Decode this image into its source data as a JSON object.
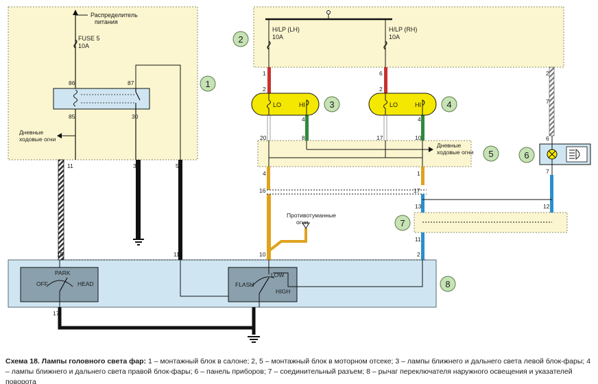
{
  "labels": {
    "power_source": [
      "Распределитель",
      "питания"
    ],
    "fuse5": [
      "FUSE 5",
      "10A"
    ],
    "hlp_lh": [
      "H/LP (LH)",
      "10A"
    ],
    "hlp_rh": [
      "H/LP (RH)",
      "10A"
    ],
    "drl_left": [
      "Дневные",
      "ходовые огни"
    ],
    "drl_right": [
      "Дневные",
      "ходовые огни"
    ],
    "fog": [
      "Противотуманные",
      "огни"
    ],
    "lo": "LO",
    "hi": "HI",
    "park": "PARK",
    "off": "OFF",
    "head": "HEAD",
    "flash": "FLASH",
    "low": "LOW",
    "high": "HIGH"
  },
  "callouts": [
    "1",
    "2",
    "3",
    "4",
    "5",
    "6",
    "7",
    "8"
  ],
  "pins": {
    "relay": [
      "86",
      "87",
      "85",
      "30"
    ],
    "block1_out": [
      "11",
      "3",
      "5"
    ],
    "block2_out": [
      "1",
      "6",
      "2"
    ],
    "lamp_left": [
      "2",
      "4",
      "20",
      "8"
    ],
    "lamp_right": [
      "2",
      "4",
      "17",
      "10"
    ],
    "block5": [
      "4",
      "1",
      "16",
      "17"
    ],
    "cluster": [
      "7",
      "6",
      "7"
    ],
    "connector7": [
      "13",
      "12",
      "11"
    ],
    "switch8": [
      "15",
      "11",
      "10",
      "2",
      "17"
    ]
  },
  "caption": {
    "title": "Схема 18. Лампы головного света фар:",
    "text": " 1 – монтажный блок в салоне; 2, 5 – монтажный блок в моторном отсеке; 3 – лампы ближнего и дальнего света левой блок-фары; 4 – лампы ближнего и дальнего света правой блок-фары; 6 – панель приборов; 7 – соединительный разъем; 8 – рычаг переключателя наружного освещения и указателей поворота"
  },
  "colors": {
    "block_fill": "#fbf6cf",
    "block_border": "#8a8a6a",
    "lamp_fill": "#f5e800",
    "module_fill": "#cfe6f2",
    "switch_fill": "#8aa0ad",
    "wire_red": "#c8312e",
    "wire_green": "#2f8a3c",
    "wire_orange": "#e0a21d",
    "wire_blue": "#2a8fcc",
    "wire_black": "#111111"
  }
}
